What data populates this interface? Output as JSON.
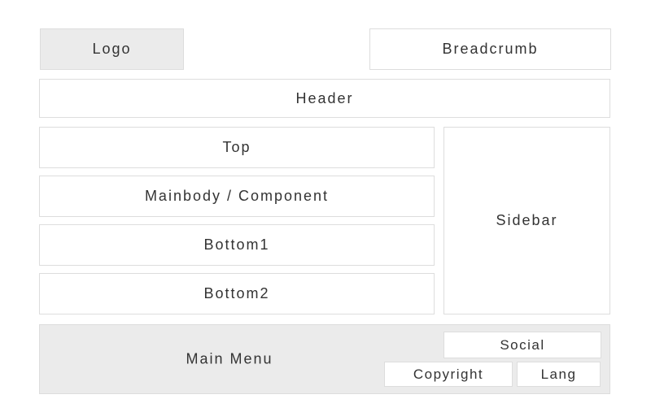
{
  "blocks": {
    "logo": "Logo",
    "breadcrumb": "Breadcrumb",
    "header": "Header",
    "top": "Top",
    "mainbody": "Mainbody / Component",
    "bottom1": "Bottom1",
    "bottom2": "Bottom2",
    "sidebar": "Sidebar",
    "main_menu": "Main Menu",
    "social": "Social",
    "copyright": "Copyright",
    "lang": "Lang"
  },
  "colors": {
    "border": "#dddddd",
    "shaded_fill": "#ebebeb",
    "text": "#333333"
  }
}
